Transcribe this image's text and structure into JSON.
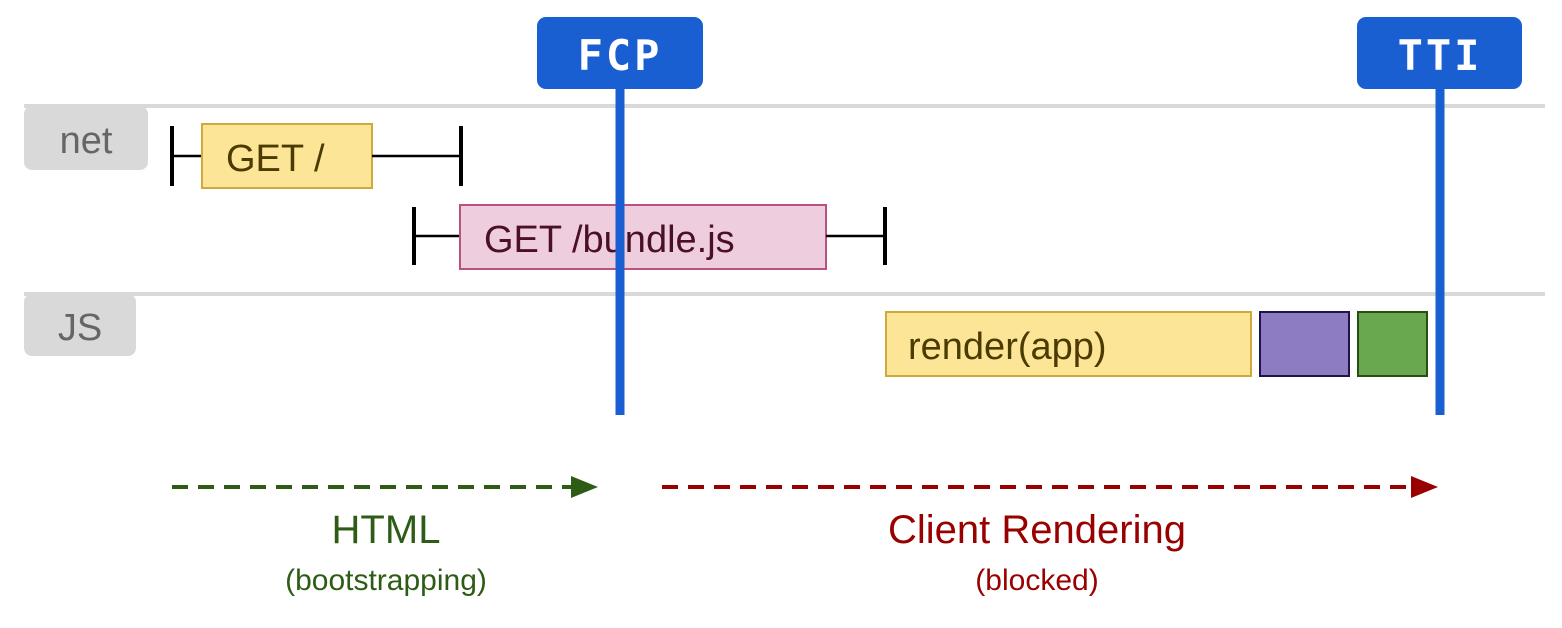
{
  "lanes": {
    "net": {
      "label": "net"
    },
    "js": {
      "label": "JS"
    }
  },
  "requests": {
    "get_root": {
      "label": "GET /"
    },
    "get_bundle": {
      "label": "GET /bundle.js"
    }
  },
  "tasks": {
    "render": {
      "label": "render(app)"
    }
  },
  "markers": {
    "fcp": {
      "label": "FCP"
    },
    "tti": {
      "label": "TTI"
    }
  },
  "phases": {
    "html": {
      "title": "HTML",
      "subtitle": "(bootstrapping)"
    },
    "client": {
      "title": "Client Rendering",
      "subtitle": "(blocked)"
    }
  },
  "colors": {
    "marker_blue": "#1a5fd1",
    "get_root_fill": "#fde597",
    "get_root_border": "#cfa93b",
    "get_bundle_fill": "#eecede",
    "get_bundle_border": "#b9527f",
    "render_fill": "#fde597",
    "render_border": "#cfa93b",
    "purple_block": "#8e7cc3",
    "green_block": "#6aa84f",
    "html_green": "#2e5c17",
    "client_red": "#990000",
    "lane_bg": "#d9d9d9"
  }
}
